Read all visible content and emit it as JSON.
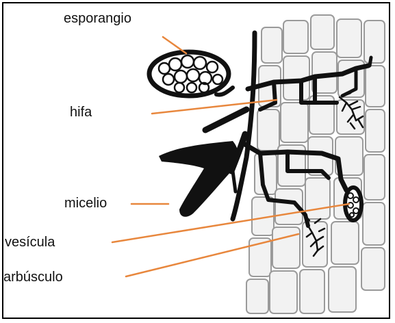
{
  "labels": {
    "sporangium": "esporangio",
    "hypha": "hifa",
    "mycelium": "micelio",
    "vesicle": "vesícula",
    "arbuscule": "arbúsculo"
  },
  "colors": {
    "leader_line": "#e8873d",
    "ink": "#111111",
    "cell_wall": "#9a9a9a",
    "cell_fill": "#f2f2f2"
  }
}
